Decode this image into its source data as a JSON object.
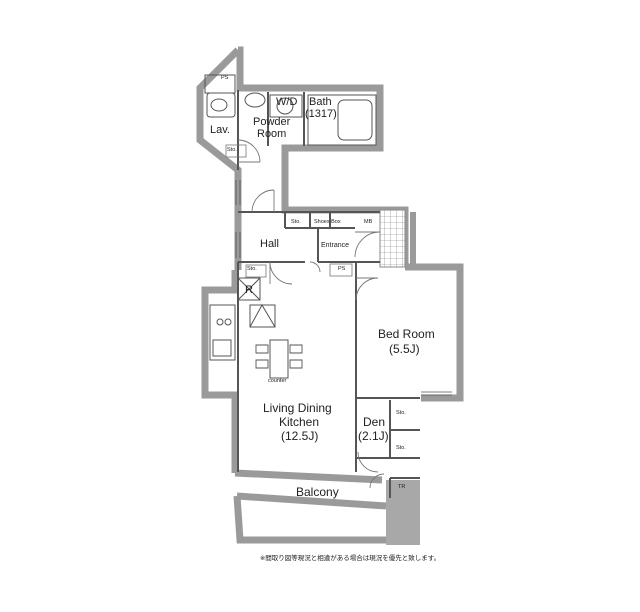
{
  "rooms": {
    "ps_top": "PS",
    "lav": "Lav.",
    "sto_lav": "Sto.",
    "wd": "W/D",
    "bath": "Bath",
    "bath_size": "(1317)",
    "powder_room_1": "Powder",
    "powder_room_2": "Room",
    "sto_hall": "Sto.",
    "shoes_box": "Shoes Box",
    "mb": "MB",
    "hall": "Hall",
    "entrance": "Entrance",
    "sto_left": "Sto.",
    "ps_mid": "PS",
    "refrigerator": "R",
    "bed_room": "Bed Room",
    "bed_room_size": "(5.5J)",
    "counter": "counter",
    "ldk_1": "Living Dining",
    "ldk_2": "Kitchen",
    "ldk_size": "(12.5J)",
    "den": "Den",
    "den_size": "(2.1J)",
    "sto_den_1": "Sto.",
    "sto_den_2": "Sto.",
    "balcony": "Balcony",
    "tr": "TR"
  },
  "footnote": "※間取り図等現況と相違がある場合は現況を優先と致します。"
}
